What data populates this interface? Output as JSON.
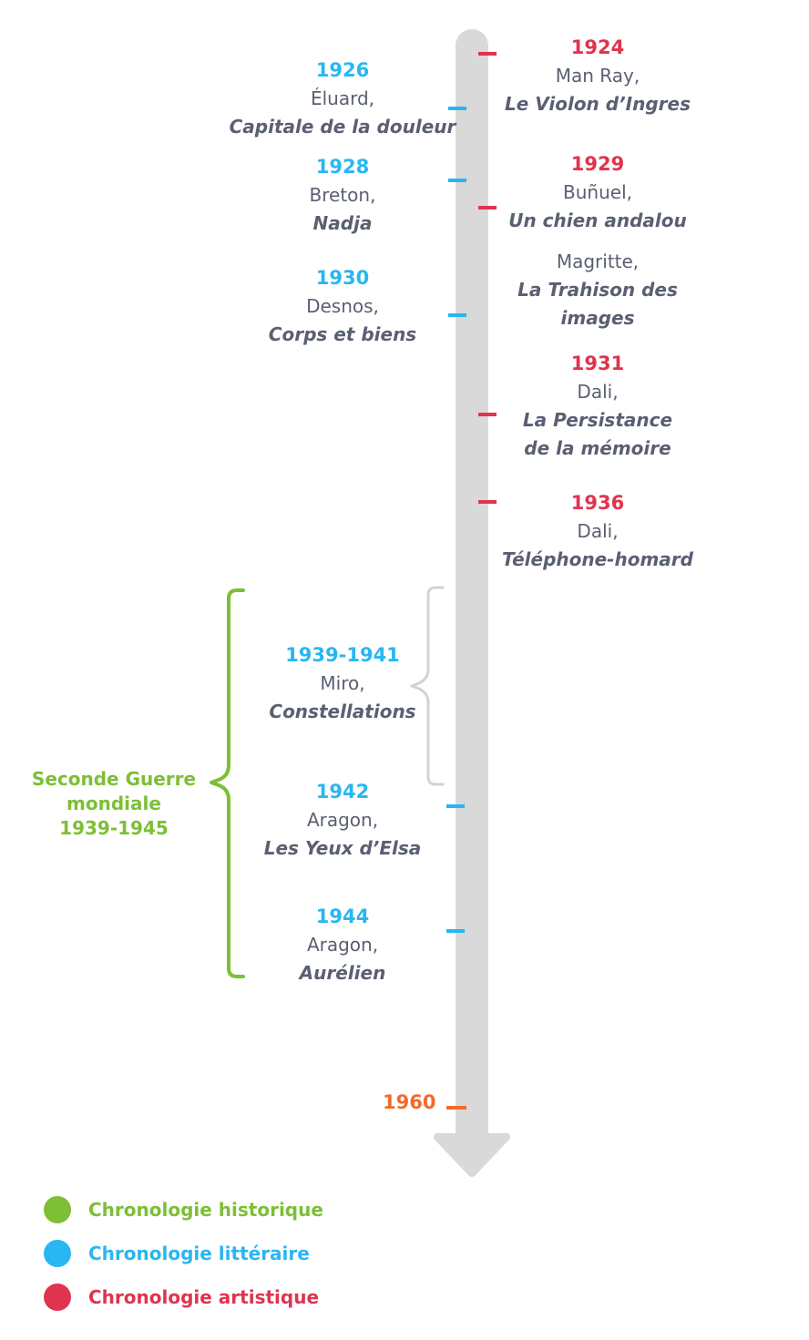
{
  "colors": {
    "historique": "#7dbf35",
    "litteraire": "#29b6f2",
    "artistique": "#e0334f",
    "end": "#f26a2b",
    "axis": "#d9d9d9",
    "text": "#5a5f72",
    "bracket_grey": "#d3d3d3"
  },
  "events_litteraires": [
    {
      "year": "1926",
      "author": "Éluard,",
      "work": "Capitale de la douleur"
    },
    {
      "year": "1928",
      "author": "Breton,",
      "work": "Nadja"
    },
    {
      "year": "1930",
      "author": "Desnos,",
      "work": "Corps et biens"
    },
    {
      "year": "1939-1941",
      "author": "Miro,",
      "work": "Constellations"
    },
    {
      "year": "1942",
      "author": "Aragon,",
      "work": "Les Yeux d’Elsa"
    },
    {
      "year": "1944",
      "author": "Aragon,",
      "work": "Aurélien"
    }
  ],
  "events_artistiques": [
    {
      "year": "1924",
      "author": "Man Ray,",
      "work": "Le Violon d’Ingres"
    },
    {
      "year": "1929",
      "author": "Buñuel,",
      "work": "Un chien andalou"
    },
    {
      "year": "",
      "author": "Magritte,",
      "work_line1": "La Trahison des",
      "work_line2": "images"
    },
    {
      "year": "1931",
      "author": "Dali,",
      "work_line1": "La Persistance",
      "work_line2": "de la mémoire"
    },
    {
      "year": "1936",
      "author": "Dali,",
      "work": "Téléphone-homard"
    }
  ],
  "end_year": "1960",
  "war": {
    "line1": "Seconde Guerre",
    "line2": "mondiale",
    "line3": "1939-1945"
  },
  "legend": [
    {
      "label": "Chronologie historique",
      "color": "#7dbf35"
    },
    {
      "label": "Chronologie littéraire",
      "color": "#29b6f2"
    },
    {
      "label": "Chronologie artistique",
      "color": "#e0334f"
    }
  ]
}
